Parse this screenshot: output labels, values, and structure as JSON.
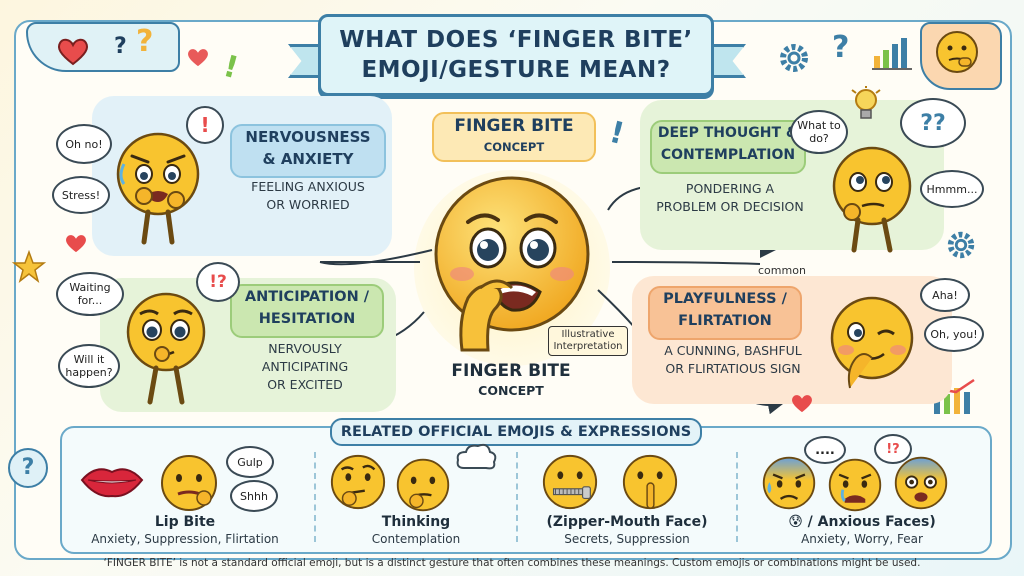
{
  "title": {
    "line1": "WHAT DOES ‘FINGER BITE’",
    "line2": "EMOJI/GESTURE MEAN?"
  },
  "center": {
    "top_label_1": "FINGER BITE",
    "top_label_2": "CONCEPT",
    "bottom_label_1": "FINGER BITE",
    "bottom_label_2": "CONCEPT",
    "badge_1": "Illustrative",
    "badge_2": "Interpretation"
  },
  "meanings": {
    "nervousness": {
      "title_1": "NERVOUSNESS",
      "title_2": "& ANXIETY",
      "desc_1": "FEELING ANXIOUS",
      "desc_2": "OR WORRIED",
      "bubbles": [
        "Oh no!",
        "Stress!"
      ]
    },
    "thought": {
      "title_1": "DEEP THOUGHT &",
      "title_2": "CONTEMPLATION",
      "desc_1": "PONDERING A",
      "desc_2": "PROBLEM OR DECISION",
      "bubbles": [
        "What to do?",
        "Hmmm..."
      ]
    },
    "anticipation": {
      "title_1": "ANTICIPATION /",
      "title_2": "HESITATION",
      "desc_1": "NERVOUSLY",
      "desc_2": "ANTICIPATING",
      "desc_3": "OR EXCITED",
      "bubbles": [
        "Waiting for...",
        "Will it happen?"
      ]
    },
    "playfulness": {
      "title_1": "PLAYFULNESS /",
      "title_2": "FLIRTATION",
      "desc_1": "A CUNNING, BASHFUL",
      "desc_2": "OR FLIRTATIOUS SIGN",
      "bubbles": [
        "Aha!",
        "Oh, you!"
      ],
      "tag": "common"
    }
  },
  "related": {
    "title": "RELATED OFFICIAL EMOJIS & EXPRESSIONS",
    "items": [
      {
        "name": "Lip Bite",
        "desc": "Anxiety, Suppression, Flirtation",
        "bubbles": [
          "Gulp",
          "Shhh"
        ]
      },
      {
        "name": "Thinking",
        "desc": "Contemplation"
      },
      {
        "name": "(Zipper-Mouth Face)",
        "desc": "Secrets, Suppression"
      },
      {
        "name": "😰 / Anxious Faces)",
        "desc": "Anxiety, Worry, Fear"
      }
    ]
  },
  "decor": {
    "question_mark": "?",
    "exclaim": "!",
    "interrobang": "!?",
    "double_question": "??",
    "dots": "...."
  },
  "footnote": "‘FINGER BITE’ is not a standard official emoji, but is a distinct gesture that often combines these meanings. Custom emojis or combinations might be used.",
  "colors": {
    "blue_panel": "#cfe8f5",
    "green_panel": "#d9efc9",
    "yellow_panel": "#fde9b5",
    "orange_panel": "#fbd8b8",
    "emoji_yellow": "#f8c42f",
    "outline": "#3d7fa6"
  }
}
